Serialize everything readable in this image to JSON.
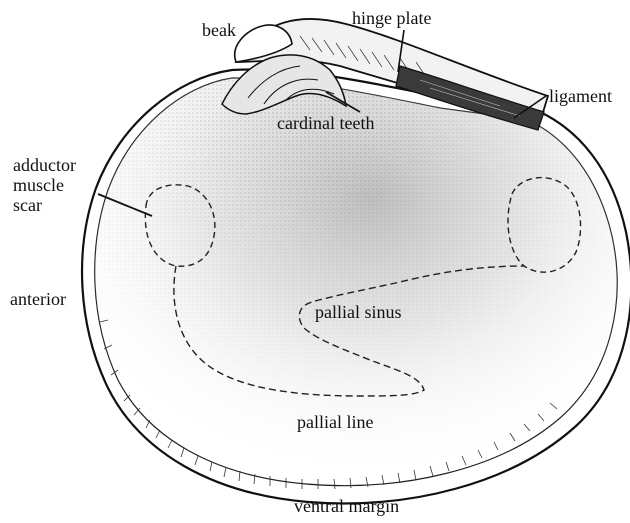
{
  "diagram": {
    "labels": {
      "beak": "beak",
      "hinge_plate": "hinge plate",
      "ligament": "ligament",
      "cardinal_teeth": "cardinal teeth",
      "adductor_muscle_scar": [
        "adductor",
        "muscle",
        "scar"
      ],
      "anterior": "anterior",
      "pallial_sinus": "pallial sinus",
      "pallial_line": "pallial line",
      "ventral_margin": "ventral margin"
    }
  }
}
